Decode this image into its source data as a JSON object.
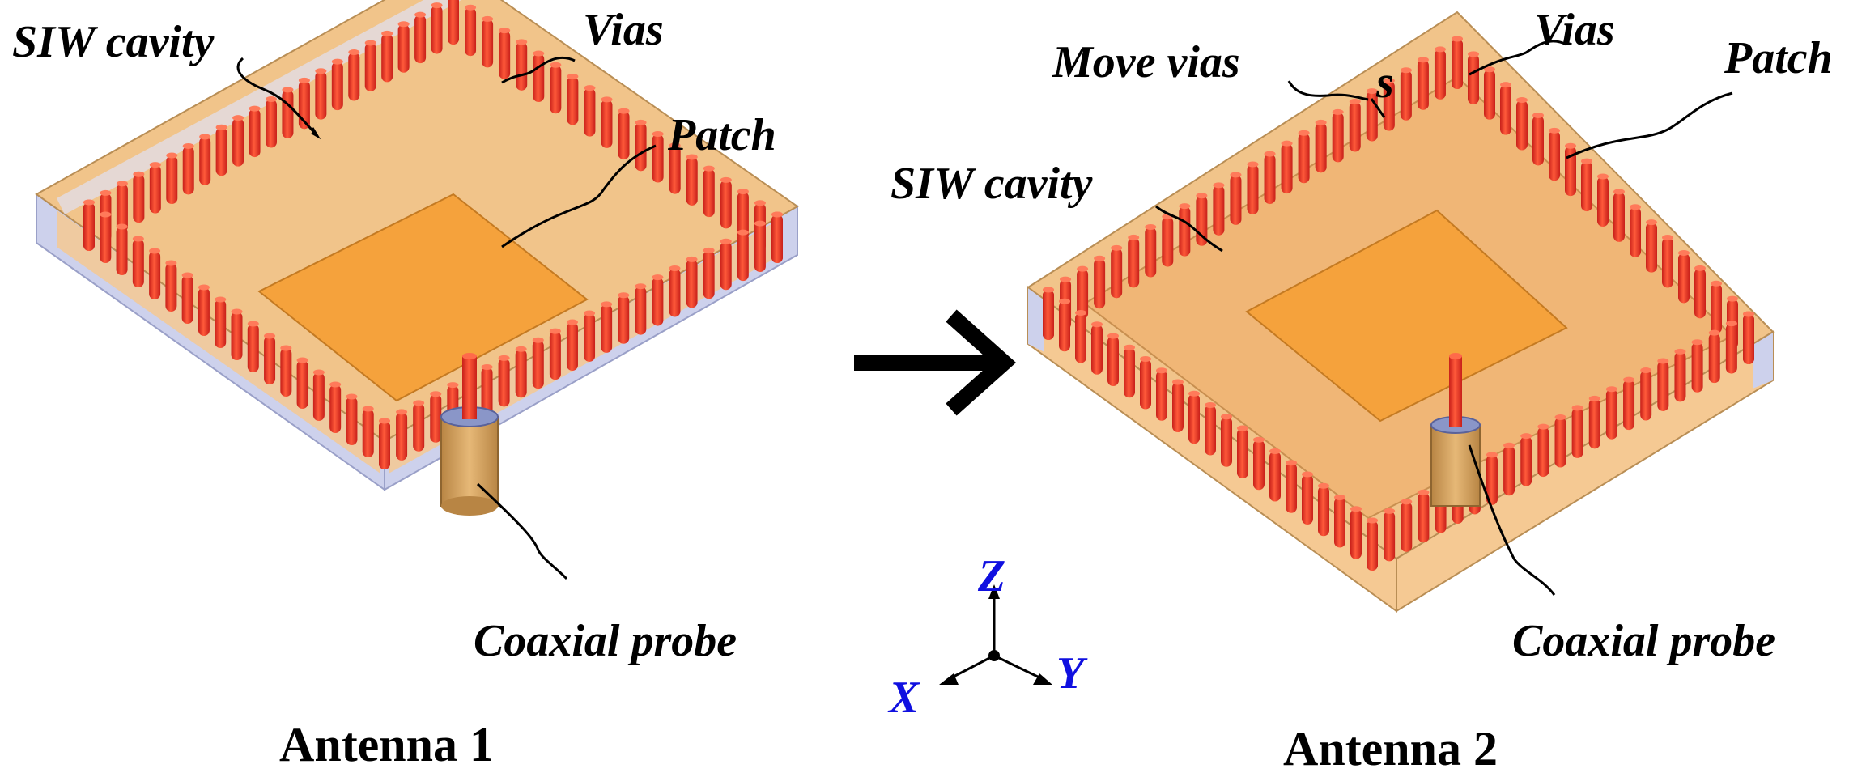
{
  "antenna1": {
    "caption": "Antenna 1",
    "labels": {
      "siw_cavity": "SIW cavity",
      "vias": "Vias",
      "patch": "Patch",
      "coaxial_probe": "Coaxial probe"
    }
  },
  "antenna2": {
    "caption": "Antenna 2",
    "labels": {
      "move_vias": "Move vias",
      "spacing": "s",
      "vias": "Vias",
      "patch": "Patch",
      "siw_cavity": "SIW cavity",
      "coaxial_probe": "Coaxial probe"
    }
  },
  "axes": {
    "z": "Z",
    "x": "X",
    "y": "Y",
    "color": "#1010e0"
  },
  "colors": {
    "substrate_top": "#f1c48a",
    "substrate_side": "#f5c993",
    "cavity_side": "#c9cde8",
    "patch": "#f5a23c",
    "via_front": "#e8332a",
    "via_back": "#f3702a",
    "probe": "#d9a55e"
  },
  "icons": {
    "transition_arrow": "right-arrow-icon",
    "axes": "xyz-axes-icon"
  }
}
